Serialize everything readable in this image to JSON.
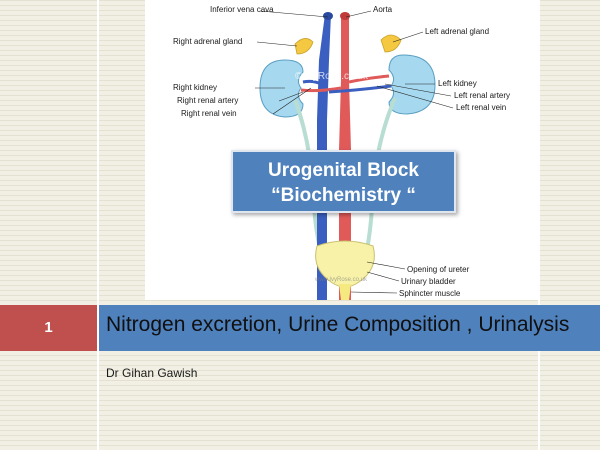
{
  "diagram": {
    "labels": {
      "inferior_vena_cava": "Inferior vena cava",
      "aorta": "Aorta",
      "right_adrenal_gland": "Right adrenal gland",
      "left_adrenal_gland": "Left adrenal gland",
      "right_kidney": "Right kidney",
      "right_renal_artery": "Right renal artery",
      "right_renal_vein": "Right renal vein",
      "left_kidney": "Left kidney",
      "left_renal_artery": "Left renal artery",
      "left_renal_vein": "Left renal vein",
      "opening_of_ureter": "Opening of ureter",
      "urinary_bladder": "Urinary bladder",
      "sphincter_muscle": "Sphincter muscle"
    },
    "watermark_top": "© IvyRose.co.uk",
    "watermark_bottom": "www.IvyRose.co.uk"
  },
  "title_box": {
    "line1": "Urogenital Block",
    "line2": "“Biochemistry “"
  },
  "slide": {
    "number": "1",
    "title": "Nitrogen excretion, Urine Composition , Urinalysis",
    "author": "Dr Gihan Gawish"
  },
  "colors": {
    "blue": "#4f81bd",
    "red": "#c0504d"
  }
}
